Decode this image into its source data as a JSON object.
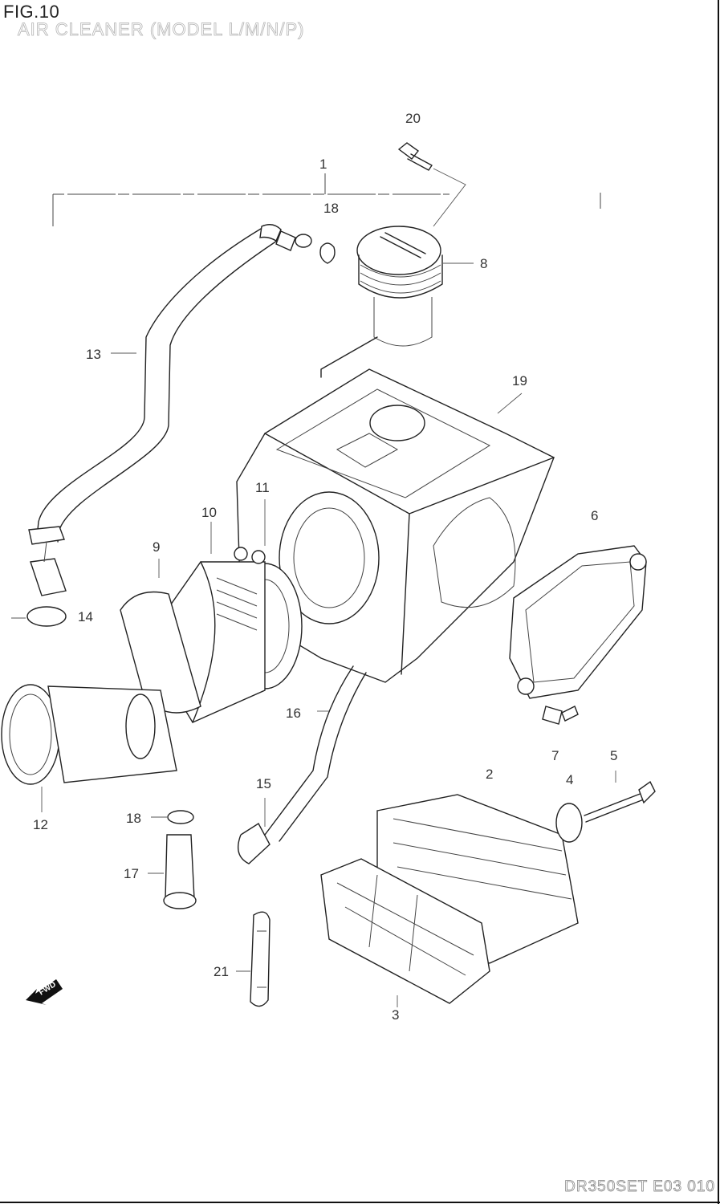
{
  "figure": {
    "title": "FIG.10",
    "subtitle": "AIR CLEANER (MODEL L/M/N/P)",
    "code": "DR350SET E03 010"
  },
  "callouts": {
    "c1": "1",
    "c2": "2",
    "c3": "3",
    "c4": "4",
    "c5": "5",
    "c6": "6",
    "c7": "7",
    "c8": "8",
    "c9": "9",
    "c10": "10",
    "c11": "11",
    "c12": "12",
    "c13": "13",
    "c14": "14",
    "c15": "15",
    "c16": "16",
    "c17": "17",
    "c18a": "18",
    "c18b": "18",
    "c19": "19",
    "c20": "20",
    "c21": "21"
  },
  "fwd_label": "FWD"
}
